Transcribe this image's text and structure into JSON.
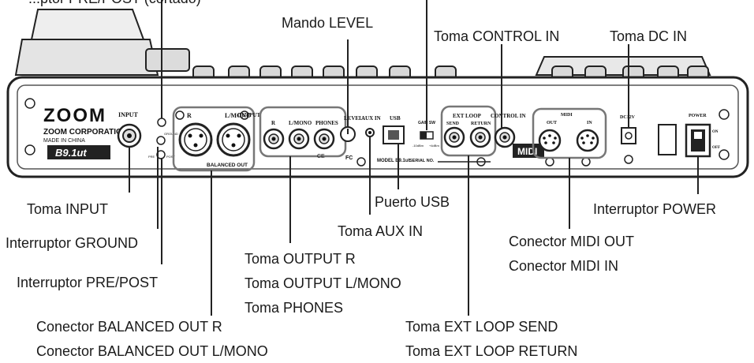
{
  "labels": {
    "top_cut_left": "...ptor PRE/POST (cortado)",
    "mando_level": "Mando LEVEL",
    "toma_control_in": "Toma CONTROL IN",
    "toma_dc_in": "Toma DC IN",
    "toma_input": "Toma INPUT",
    "interruptor_ground": "Interruptor GROUND",
    "interruptor_pre_post": "Interruptor PRE/POST",
    "conector_balanced_out_r": "Conector BALANCED OUT R",
    "conector_balanced_out_lmono": "Conector BALANCED OUT L/MONO",
    "toma_output_r": "Toma OUTPUT R",
    "toma_output_lmono": "Toma OUTPUT L/MONO",
    "toma_phones": "Toma PHONES",
    "puerto_usb": "Puerto USB",
    "toma_aux_in": "Toma AUX IN",
    "toma_ext_loop_send": "Toma EXT LOOP SEND",
    "toma_ext_loop_return": "Toma EXT LOOP RETURN",
    "conector_midi_out": "Conector MIDI OUT",
    "conector_midi_in": "Conector MIDI IN",
    "interruptor_power": "Interruptor POWER"
  },
  "panel": {
    "brand": "ZOOM",
    "company": "ZOOM CORPORATION",
    "made_in": "MADE IN CHINA",
    "model_badge": "B9.1ut",
    "input": "INPUT",
    "output": "OUTPUT",
    "r": "R",
    "l_mono": "L/MONO",
    "phones": "PHONES",
    "level": "LEVEL",
    "aux_in": "AUX IN",
    "usb": "USB",
    "ext_loop": "EXT LOOP",
    "send": "SEND",
    "return": "RETURN",
    "control_in": "CONTROL IN",
    "gain_sw": "GAIN SW",
    "minus10": "-10dBm",
    "plus4": "+4dBm",
    "midi": "MIDI",
    "out": "OUT",
    "in": "IN",
    "dc12v": "DC12V",
    "power": "POWER",
    "on": "ON",
    "off": "OFF",
    "ground": "GROUND",
    "pre": "PRE",
    "post": "POST",
    "balanced_out": "BALANCED OUT",
    "model": "MODEL B9.1ut",
    "serial": "SERIAL NO.",
    "midi_logo": "MIDI",
    "cert_ce": "CE",
    "cert_fc": "FC"
  }
}
